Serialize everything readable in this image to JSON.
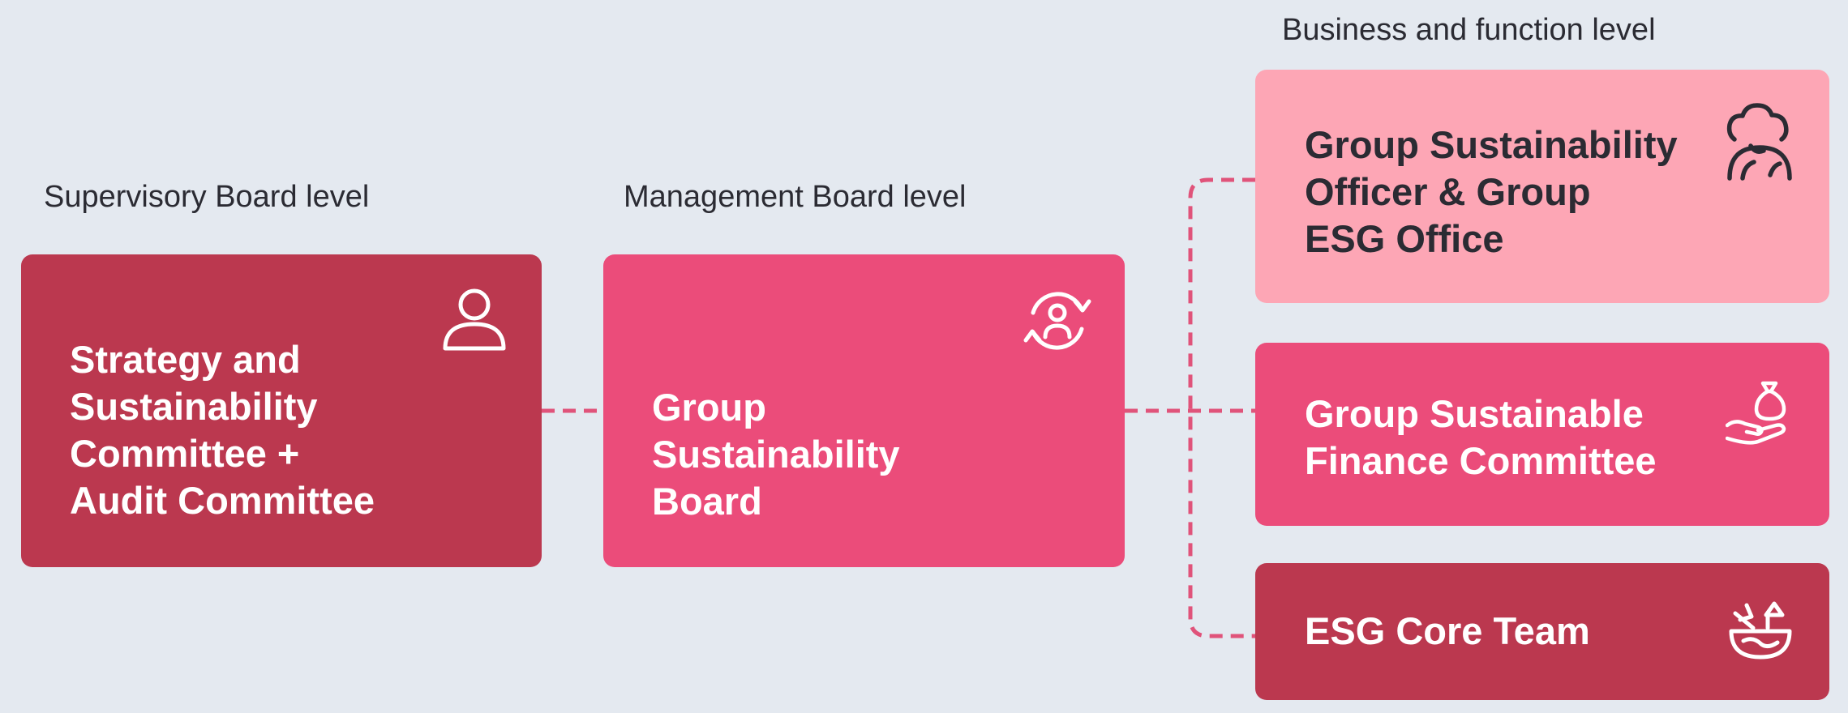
{
  "levels": {
    "supervisory": "Supervisory Board level",
    "management": "Management Board level",
    "business": "Business and function level"
  },
  "boxes": {
    "strategy": {
      "title": "Strategy and\nSustainability\nCommittee +\nAudit Committee",
      "icon": "person-icon",
      "color": "#bb384f"
    },
    "group_board": {
      "title": "Group\nSustainability\nBoard",
      "icon": "person-cycle-icon",
      "color": "#eb4c7a"
    },
    "officer": {
      "title": "Group Sustainability\nOfficer & Group\nESG Office",
      "icon": "cloud-globe-icon",
      "color": "#fda6b5"
    },
    "finance": {
      "title": "Group Sustainable\nFinance Committee",
      "icon": "hand-money-bag-icon",
      "color": "#eb4c7a"
    },
    "core_team": {
      "title": "ESG Core Team",
      "icon": "bowl-recycle-icon",
      "color": "#bb384f"
    }
  },
  "colors": {
    "connector": "#e0537a",
    "text_dark": "#2b2b33",
    "text_light": "#ffffff",
    "background": "#e4e9f0"
  }
}
